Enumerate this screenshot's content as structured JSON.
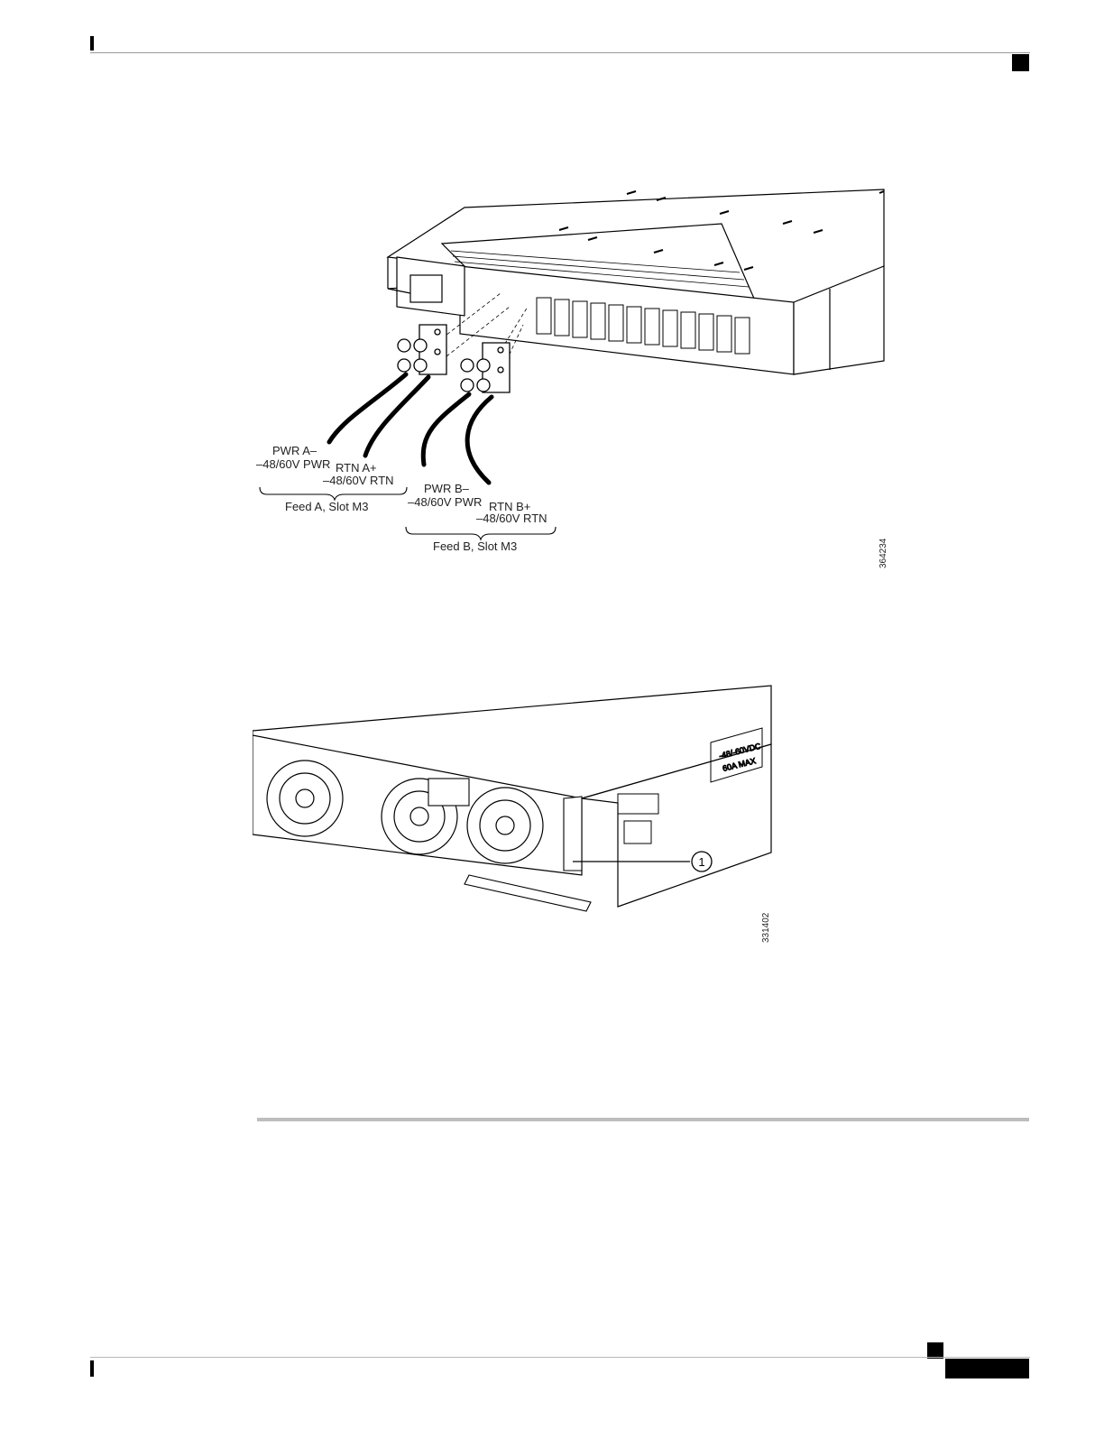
{
  "figure1": {
    "labels": {
      "pwr_a": "PWR A–",
      "pwr_a_v": "–48/60V PWR",
      "rtn_a": "RTN A+",
      "rtn_a_v": "–48/60V RTN",
      "feed_a": "Feed A, Slot M3",
      "pwr_b": "PWR B–",
      "pwr_b_v": "–48/60V PWR",
      "rtn_b": "RTN B+",
      "rtn_b_v": "–48/60V RTN",
      "feed_b": "Feed B, Slot M3",
      "figure_id": "364234"
    }
  },
  "figure2": {
    "callout": "1",
    "figure_id": "331402",
    "chassis_label_line1": "-48/-60VDC",
    "chassis_label_line2": "60A MAX"
  },
  "colors": {
    "line": "#000000",
    "rule": "#bdbdbd"
  }
}
